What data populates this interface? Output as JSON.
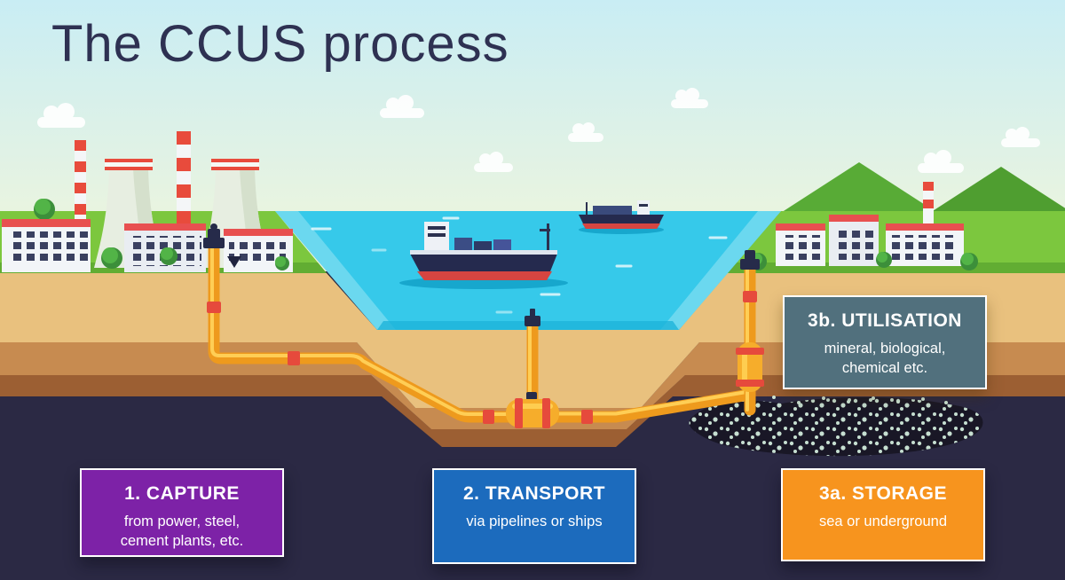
{
  "title": "The CCUS process",
  "steps": {
    "capture": {
      "title": "1. CAPTURE",
      "line1": "from power, steel,",
      "line2": "cement plants, etc.",
      "color": "#7d22a7"
    },
    "transport": {
      "title": "2. TRANSPORT",
      "line1": "via pipelines or ships",
      "color": "#1c6bbd"
    },
    "storage": {
      "title": "3a. STORAGE",
      "line1": "sea or underground",
      "color": "#f7941e"
    },
    "utilisation": {
      "title": "3b. UTILISATION",
      "line1": "mineral, biological,",
      "line2": "chemical etc.",
      "color": "#51707d"
    }
  },
  "scene": {
    "colors": {
      "sky_top": "#c9edf4",
      "sky_bottom": "#fbf2d6",
      "sea": "#36c9ea",
      "grass": "#7cc73e",
      "sand": "#e9c17e",
      "rock": "#c78b50",
      "deep_rock": "#9c5f33",
      "bedrock": "#2b2944",
      "pipe": "#ee9a1d",
      "pipe_highlight": "#ffce55",
      "valve_red": "#e64a3c",
      "co2_dots": "#cfe9da",
      "storage_blob": "#191726"
    }
  }
}
